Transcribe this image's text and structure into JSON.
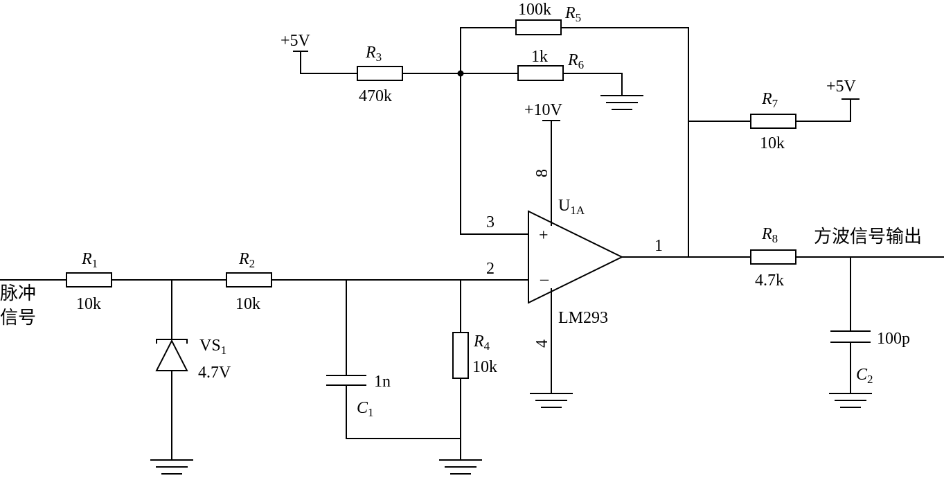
{
  "input_label": [
    "脉冲",
    "信号"
  ],
  "output_label": "方波信号输出",
  "rails": {
    "r3_supply": "+5V",
    "r7_supply": "+5V",
    "opamp_supply": "+10V"
  },
  "opamp": {
    "ref": "U",
    "ref_sub": "1A",
    "part": "LM293",
    "pin_plus": "3",
    "pin_minus": "2",
    "pin_out": "1",
    "pin_vcc": "8",
    "pin_gnd": "4",
    "sign_plus": "+",
    "sign_minus": "–"
  },
  "components": {
    "R1": {
      "ref": "R",
      "sub": "1",
      "value": "10k"
    },
    "R2": {
      "ref": "R",
      "sub": "2",
      "value": "10k"
    },
    "R3": {
      "ref": "R",
      "sub": "3",
      "value": "470k"
    },
    "R4": {
      "ref": "R",
      "sub": "4",
      "value": "10k"
    },
    "R5": {
      "ref": "R",
      "sub": "5",
      "value": "100k"
    },
    "R6": {
      "ref": "R",
      "sub": "6",
      "value": "1k"
    },
    "R7": {
      "ref": "R",
      "sub": "7",
      "value": "10k"
    },
    "R8": {
      "ref": "R",
      "sub": "8",
      "value": "4.7k"
    },
    "VS1": {
      "ref": "VS",
      "sub": "1",
      "value": "4.7V"
    },
    "C1": {
      "ref": "C",
      "sub": "1",
      "value": "1n"
    },
    "C2": {
      "ref": "C",
      "sub": "2",
      "value": "100p"
    }
  }
}
